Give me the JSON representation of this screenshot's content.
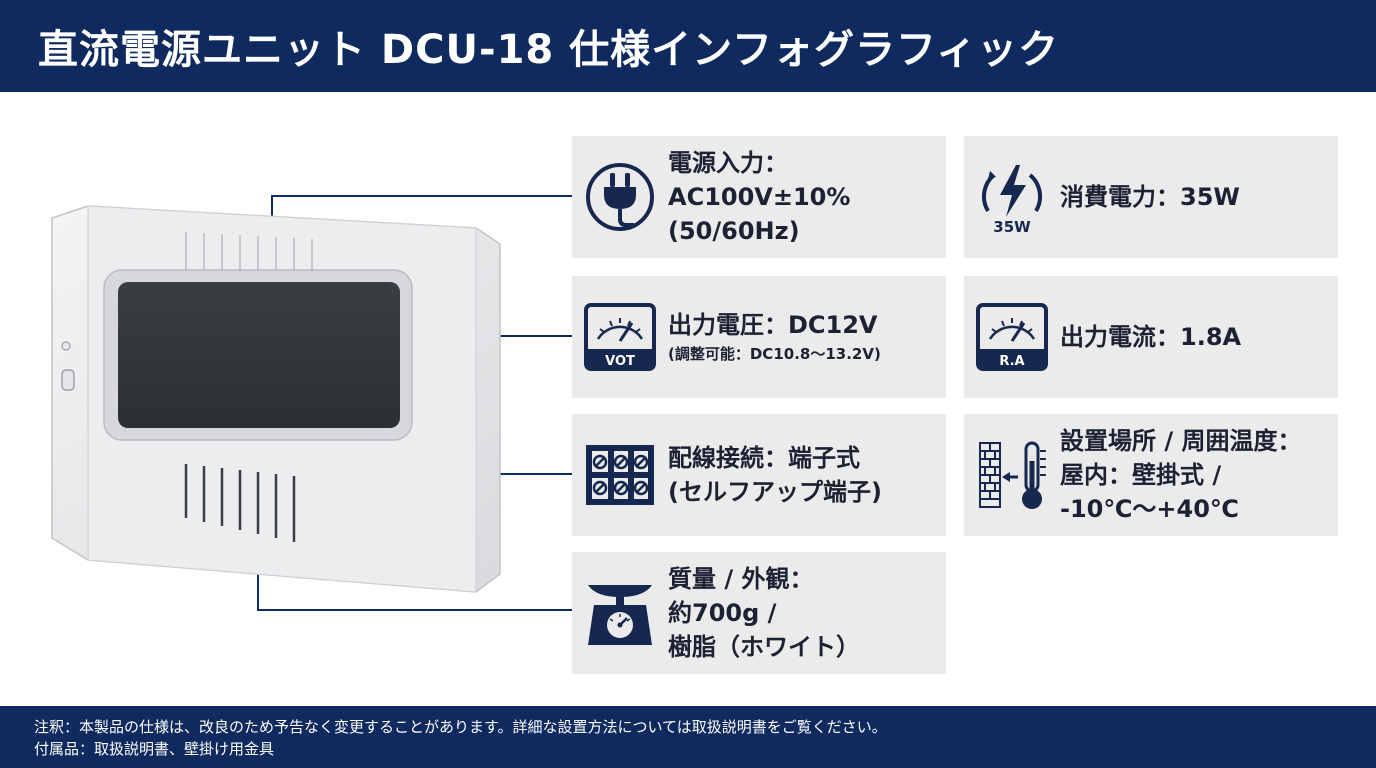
{
  "title": "直流電源ユニット DCU-18 仕様インフォグラフィック",
  "colors": {
    "navy": "#0f2a5f",
    "card_bg": "#ebebeb",
    "icon": "#16284f"
  },
  "specs": {
    "power_input": {
      "icon": "plug-icon",
      "lines": [
        "電源入力：",
        "AC100V±10%",
        "(50/60Hz)"
      ]
    },
    "power_consumption": {
      "icon": "lightning-icon",
      "icon_label": "35W",
      "lines": [
        "消費電力：35W"
      ]
    },
    "output_voltage": {
      "icon": "voltmeter-icon",
      "icon_label": "VOT",
      "line": "出力電圧：DC12V",
      "sub": "(調整可能：DC10.8〜13.2V)"
    },
    "output_current": {
      "icon": "ammeter-icon",
      "icon_label": "R.A",
      "lines": [
        "出力電流：1.8A"
      ]
    },
    "wiring": {
      "icon": "terminal-block-icon",
      "lines": [
        "配線接続：端子式",
        "(セルフアップ端子)"
      ]
    },
    "installation": {
      "icon": "wall-thermometer-icon",
      "lines": [
        "設置場所 / 周囲温度：",
        "屋内：壁掛式 /",
        "-10℃〜+40℃"
      ]
    },
    "weight": {
      "icon": "scale-icon",
      "lines": [
        "質量 / 外観：",
        "約700g /",
        "樹脂（ホワイト）"
      ]
    }
  },
  "footer": {
    "note": "注釈：本製品の仕様は、改良のため予告なく変更することがあります。詳細な設置方法については取扱説明書をご覧ください。",
    "accessories": "付属品：取扱説明書、壁掛け用金具"
  }
}
